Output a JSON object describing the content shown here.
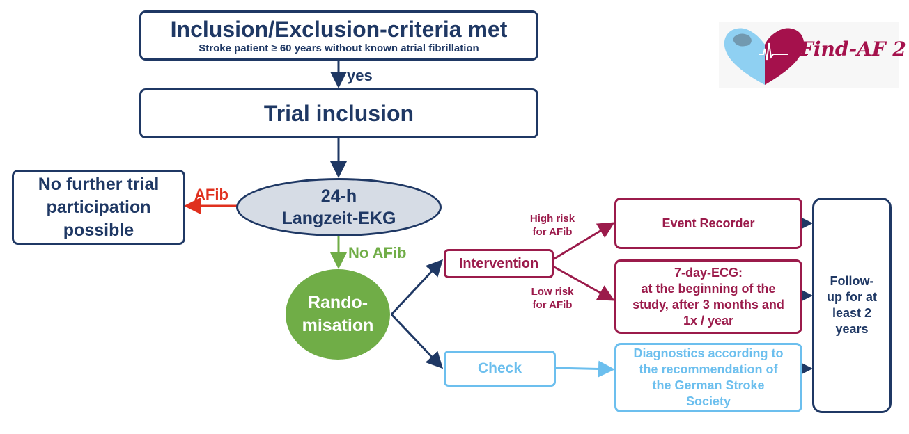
{
  "inclusion": {
    "title": "Inclusion/Exclusion-criteria met",
    "subtitle": "Stroke patient ≥ 60 years without known atrial fibrillation"
  },
  "yes_label": "yes",
  "trial_inclusion": "Trial inclusion",
  "no_further": [
    "No further trial",
    "participation",
    "possible"
  ],
  "afib_label": "AFib",
  "ekg": [
    "24-h",
    "Langzeit-EKG"
  ],
  "no_afib_label": "No AFib",
  "randomisation": [
    "Rando-",
    "misation"
  ],
  "intervention": "Intervention",
  "high_risk": [
    "High risk",
    "for AFib"
  ],
  "low_risk": [
    "Low risk",
    "for AFib"
  ],
  "event_recorder": "Event Recorder",
  "ecg7": [
    "7-day-ECG:",
    "at the beginning of the",
    "study, after 3 months and",
    "1x / year"
  ],
  "check": "Check",
  "diagnostics": [
    "Diagnostics according to",
    "the recommendation of",
    "the German Stroke",
    "Society"
  ],
  "followup": [
    "Follow-",
    "up for at",
    "least 2",
    "years"
  ],
  "logo": {
    "text": "Find-AF 2"
  },
  "colors": {
    "navy": "#1f3864",
    "crimson": "#9b1b4b",
    "light_blue": "#6cbfee",
    "green": "#70ad47",
    "red": "#e0301e",
    "ellipse_fill": "#d6dce5"
  }
}
